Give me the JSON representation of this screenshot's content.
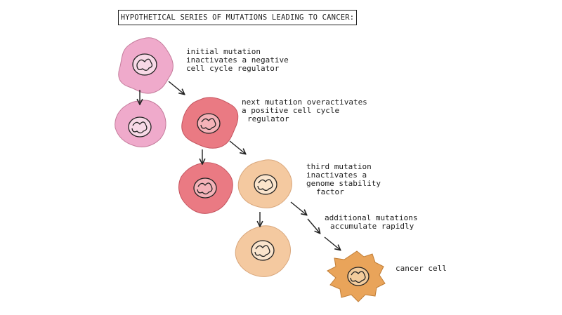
{
  "title": "HYPOTHETICAL SERIES OF MUTATIONS LEADING TO CANCER:",
  "annotations": [
    {
      "lines": [
        "initial mutation",
        "inactivates a negative",
        "cell cycle regulator"
      ]
    },
    {
      "lines": [
        "next mutation overactivates",
        "a positive cell cycle",
        "regulator"
      ]
    },
    {
      "lines": [
        "third mutation",
        "inactivates a",
        "genome stability",
        "factor"
      ]
    },
    {
      "lines": [
        "additional mutations",
        "accumulate rapidly"
      ]
    },
    {
      "lines": [
        "cancer cell"
      ]
    }
  ],
  "colors": {
    "normal_cell": "#efaacb",
    "stage2_cell": "#ea7a83",
    "stage3_cell": "#f4c9a0",
    "cancer_cell": "#e9a45a",
    "outline": "#222222"
  },
  "icons": [
    "cell-icon",
    "nucleus-icon",
    "arrow-icon"
  ]
}
